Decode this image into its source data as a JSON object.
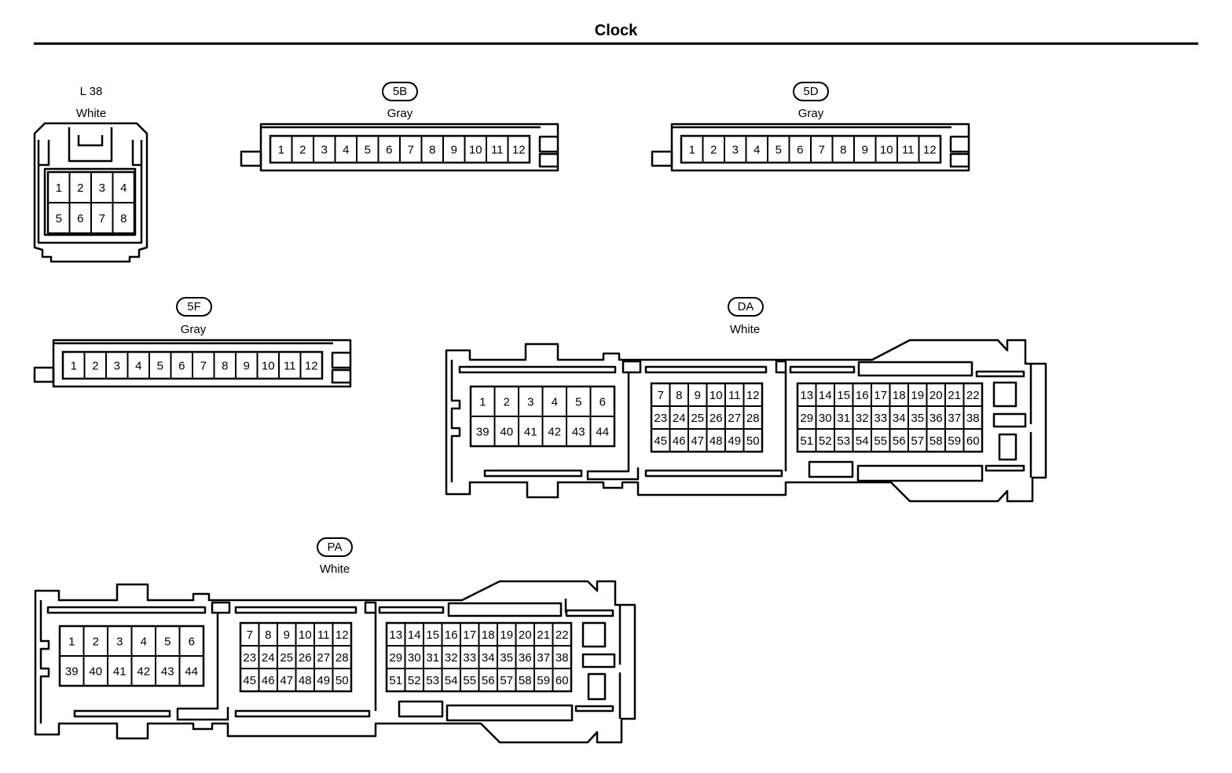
{
  "page": {
    "title": "Clock"
  },
  "connectors": {
    "l38": {
      "code": "L 38",
      "color": "White",
      "pins": [
        "1",
        "2",
        "3",
        "4",
        "5",
        "6",
        "7",
        "8"
      ]
    },
    "c5b": {
      "code": "5B",
      "color": "Gray",
      "pins": [
        "1",
        "2",
        "3",
        "4",
        "5",
        "6",
        "7",
        "8",
        "9",
        "10",
        "11",
        "12"
      ]
    },
    "c5d": {
      "code": "5D",
      "color": "Gray",
      "pins": [
        "1",
        "2",
        "3",
        "4",
        "5",
        "6",
        "7",
        "8",
        "9",
        "10",
        "11",
        "12"
      ]
    },
    "c5f": {
      "code": "5F",
      "color": "Gray",
      "pins": [
        "1",
        "2",
        "3",
        "4",
        "5",
        "6",
        "7",
        "8",
        "9",
        "10",
        "11",
        "12"
      ]
    },
    "da": {
      "code": "DA",
      "color": "White",
      "block1": [
        "1",
        "2",
        "3",
        "4",
        "5",
        "6",
        "39",
        "40",
        "41",
        "42",
        "43",
        "44"
      ],
      "block2": [
        "7",
        "8",
        "9",
        "10",
        "11",
        "12",
        "23",
        "24",
        "25",
        "26",
        "27",
        "28",
        "45",
        "46",
        "47",
        "48",
        "49",
        "50"
      ],
      "block3": [
        "13",
        "14",
        "15",
        "16",
        "17",
        "18",
        "19",
        "20",
        "21",
        "22",
        "29",
        "30",
        "31",
        "32",
        "33",
        "34",
        "35",
        "36",
        "37",
        "38",
        "51",
        "52",
        "53",
        "54",
        "55",
        "56",
        "57",
        "58",
        "59",
        "60"
      ]
    },
    "pa": {
      "code": "PA",
      "color": "White",
      "block1": [
        "1",
        "2",
        "3",
        "4",
        "5",
        "6",
        "39",
        "40",
        "41",
        "42",
        "43",
        "44"
      ],
      "block2": [
        "7",
        "8",
        "9",
        "10",
        "11",
        "12",
        "23",
        "24",
        "25",
        "26",
        "27",
        "28",
        "45",
        "46",
        "47",
        "48",
        "49",
        "50"
      ],
      "block3": [
        "13",
        "14",
        "15",
        "16",
        "17",
        "18",
        "19",
        "20",
        "21",
        "22",
        "29",
        "30",
        "31",
        "32",
        "33",
        "34",
        "35",
        "36",
        "37",
        "38",
        "51",
        "52",
        "53",
        "54",
        "55",
        "56",
        "57",
        "58",
        "59",
        "60"
      ]
    }
  }
}
